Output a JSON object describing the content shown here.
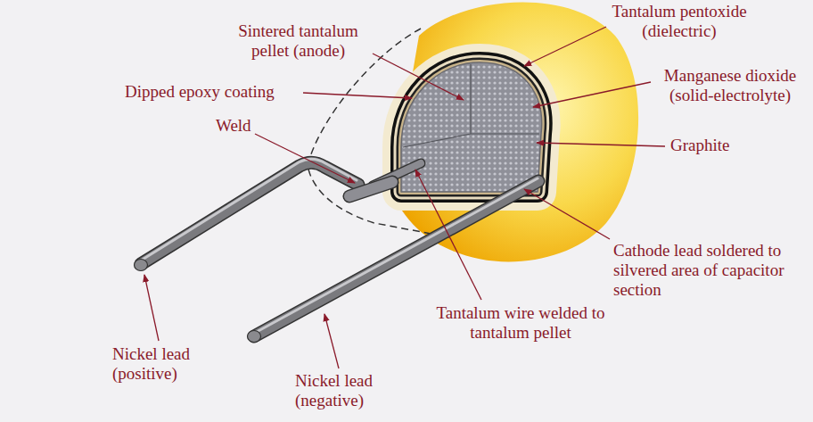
{
  "diagram": {
    "labels": [
      "Tantalum pentoxide (dielectric)",
      "Sintered tantalum pellet (anode)",
      "Dipped epoxy coating",
      "Manganese dioxide (solid-electrolyte)",
      "Weld",
      "Graphite",
      "Cathode lead soldered to silvered area of capacitor section",
      "Tantalum wire welded to tantalum pellet",
      "Nickel lead (positive)",
      "Nickel lead (negative)"
    ]
  }
}
